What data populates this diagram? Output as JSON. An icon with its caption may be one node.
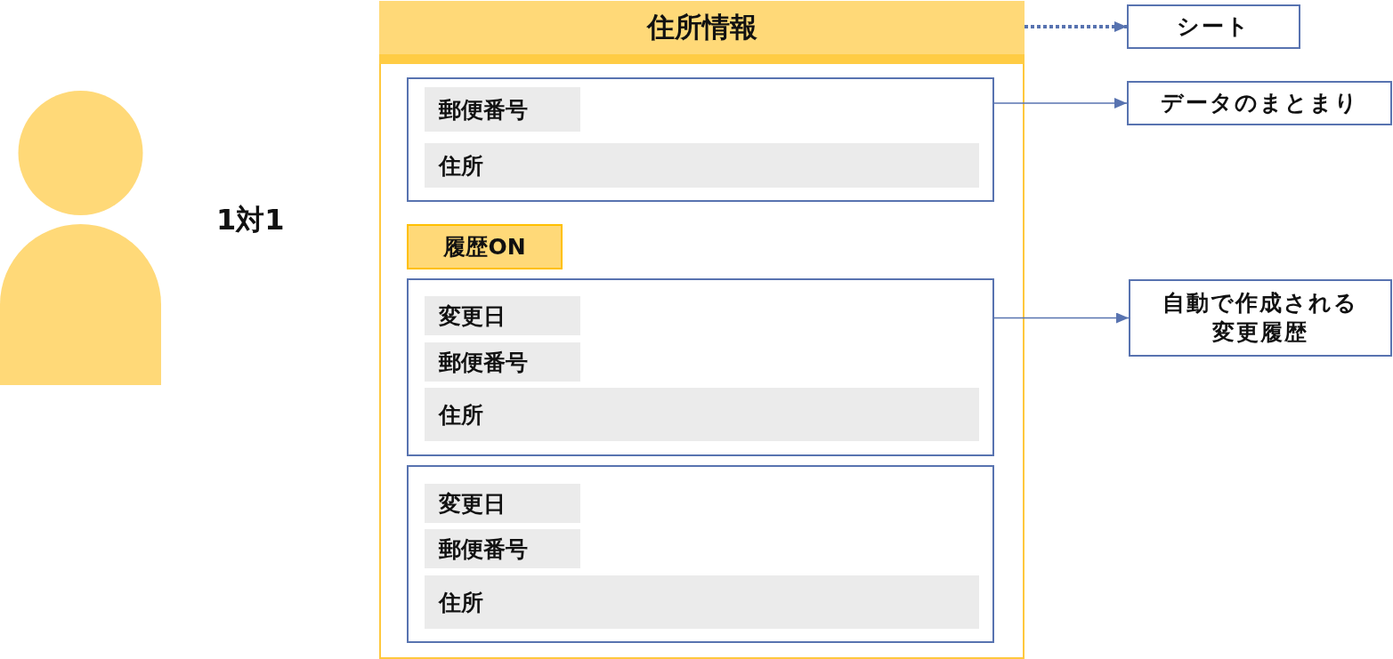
{
  "diagram": {
    "nodes": [
      {
        "text": [
          "住所情報"
        ]
      },
      {
        "text": [],
        "shape": "box",
        "in": 0
      },
      {
        "text": [
          "郵便番号"
        ],
        "in": 1
      },
      {
        "text": [
          "住所"
        ],
        "in": 1
      },
      {
        "text": [
          "履歴ON"
        ],
        "in": 0
      },
      {
        "text": [],
        "shape": "box",
        "in": 0
      },
      {
        "text": [
          "変更日"
        ],
        "in": 5
      },
      {
        "text": [
          "郵便番号"
        ],
        "in": 5
      },
      {
        "text": [
          "住所"
        ],
        "in": 5
      },
      {
        "text": [],
        "shape": "box",
        "in": 0
      },
      {
        "text": [
          "変更日"
        ],
        "in": 9
      },
      {
        "text": [
          "郵便番号"
        ],
        "in": 9
      },
      {
        "text": [
          "住所"
        ],
        "in": 9
      },
      {
        "text": [
          "シート"
        ]
      },
      {
        "text": [
          "データのまとまり"
        ]
      },
      {
        "text": [
          "自動で作成される変更履歴"
        ]
      }
    ],
    "edges": [
      {
        "from": 0,
        "to": 13,
        "arrow": "to",
        "style": "dashed"
      },
      {
        "from": 1,
        "to": 14,
        "arrow": "to"
      },
      {
        "from": 5,
        "to": 15,
        "arrow": "to"
      }
    ],
    "labels": [
      "1対1"
    ]
  }
}
